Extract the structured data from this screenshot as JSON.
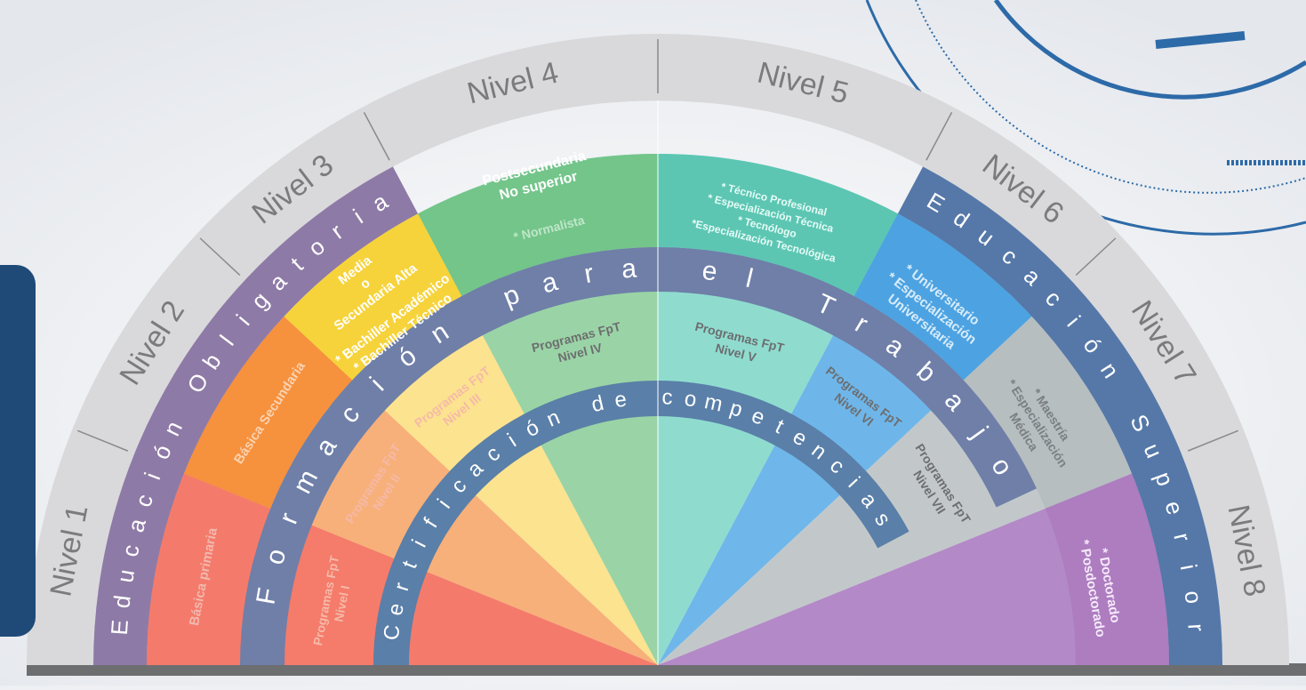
{
  "levels": [
    "Nivel 1",
    "Nivel 2",
    "Nivel 3",
    "Nivel 4",
    "Nivel 5",
    "Nivel 6",
    "Nivel 7",
    "Nivel 8"
  ],
  "education_labels": [
    {
      "id": "basica_primaria",
      "text": "Básica primaria"
    },
    {
      "id": "basica_secundaria",
      "text": "Básica Secundaria"
    },
    {
      "id": "media_line1",
      "text": "Media"
    },
    {
      "id": "media_line2",
      "text": "o"
    },
    {
      "id": "media_line3",
      "text": "Secundaria Alta"
    },
    {
      "id": "bachiller1",
      "text": "* Bachiller Académico"
    },
    {
      "id": "bachiller2",
      "text": "* Bachiller Técnico"
    },
    {
      "id": "postsec1",
      "text": "Postsecundaria"
    },
    {
      "id": "postsec2",
      "text": "No superior"
    },
    {
      "id": "normalista",
      "text": "* Normalista"
    },
    {
      "id": "tec1",
      "text": "* Técnico Profesional"
    },
    {
      "id": "tec2",
      "text": "* Especialización Técnica"
    },
    {
      "id": "tec3",
      "text": "* Tecnólogo"
    },
    {
      "id": "tec4",
      "text": "*Especialización Tecnológica"
    },
    {
      "id": "univ1",
      "text": "* Universitario"
    },
    {
      "id": "univ2",
      "text": "* Especialización"
    },
    {
      "id": "univ3",
      "text": "Universitaria"
    },
    {
      "id": "maes1",
      "text": "* Maestría"
    },
    {
      "id": "maes2",
      "text": "* Especialización"
    },
    {
      "id": "maes3",
      "text": "Médica"
    },
    {
      "id": "doc1",
      "text": "* Doctorado"
    },
    {
      "id": "doc2",
      "text": "* Posdoctorado"
    }
  ],
  "fpt_programs": [
    {
      "line1": "Programas FpT",
      "line2": "Nivel I"
    },
    {
      "line1": "Programas FpT",
      "line2": "Nivel II"
    },
    {
      "line1": "Programas FpT",
      "line2": "Nivel III"
    },
    {
      "line1": "Programas FpT",
      "line2": "Nivel IV"
    },
    {
      "line1": "Programas FpT",
      "line2": "Nivel V"
    },
    {
      "line1": "Programas FpT",
      "line2": "Nivel VI"
    },
    {
      "line1": "Programas FpT",
      "line2": "Nivel VII"
    }
  ],
  "ring_texts": {
    "educacion_obligatoria": "Educación Obligatoria",
    "educacion_superior": "Educación Superior",
    "formacion_trabajo": "Formación para el Trabajo",
    "certificacion": "Certificación de competencias"
  },
  "colors": {
    "outer_ring": "#d9d9db",
    "oblig_band": "#8e7aa6",
    "superior_band": "#5578a8",
    "fpt_band": "#6f7fa8",
    "cert_band": "#5a7fa8",
    "level_colors": [
      "#f47b6b",
      "#f6913e",
      "#f6d33b",
      "#73c58a",
      "#5cc6b3",
      "#4da3e1",
      "#b6bec0",
      "#ad7dc0"
    ],
    "center_colors": [
      "#f47b6b",
      "#f7b07a",
      "#fbe38f",
      "#9ad3a6",
      "#8fdccf",
      "#6fb6ea",
      "#c2c8ca",
      "#b389c7"
    ]
  }
}
